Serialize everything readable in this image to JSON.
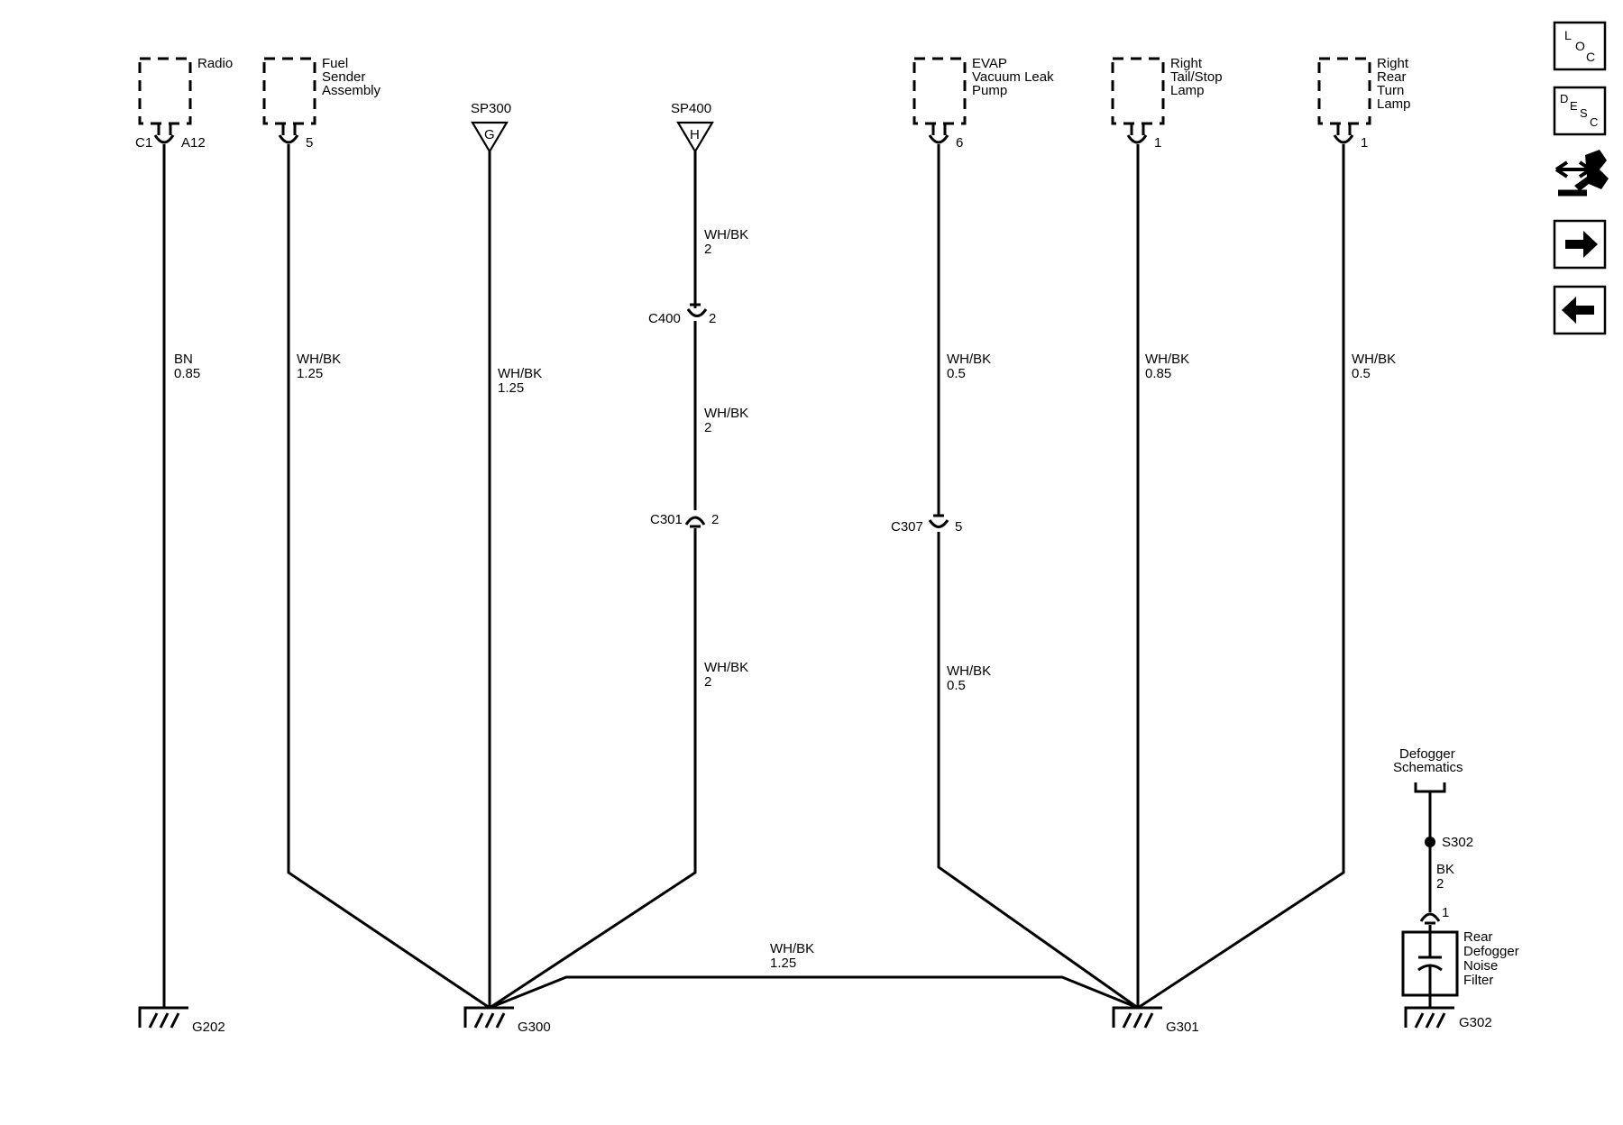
{
  "components": {
    "radio": {
      "lines": [
        "Radio"
      ],
      "connector": "C1",
      "pin": "A12"
    },
    "fuel_sender": {
      "lines": [
        "Fuel",
        "Sender",
        "Assembly"
      ],
      "pin": "5"
    },
    "evap_pump": {
      "lines": [
        "EVAP",
        "Vacuum Leak",
        "Pump"
      ],
      "pin": "6"
    },
    "right_tail_lamp": {
      "lines": [
        "Right",
        "Tail/Stop",
        "Lamp"
      ],
      "pin": "1"
    },
    "right_rear_turn_lamp": {
      "lines": [
        "Right",
        "Rear",
        "Turn",
        "Lamp"
      ],
      "pin": "1"
    }
  },
  "splices": {
    "sp300": {
      "name": "SP300",
      "letter": "G"
    },
    "sp400": {
      "name": "SP400",
      "letter": "H"
    }
  },
  "wires": {
    "radio": {
      "color": "BN",
      "size": "0.85"
    },
    "fuel": {
      "color": "WH/BK",
      "size": "1.25"
    },
    "sp300": {
      "color": "WH/BK",
      "size": "1.25"
    },
    "sp400_a": {
      "color": "WH/BK",
      "size": "2"
    },
    "sp400_b": {
      "color": "WH/BK",
      "size": "2"
    },
    "sp400_c": {
      "color": "WH/BK",
      "size": "2"
    },
    "evap_a": {
      "color": "WH/BK",
      "size": "0.5"
    },
    "evap_b": {
      "color": "WH/BK",
      "size": "0.5"
    },
    "tail": {
      "color": "WH/BK",
      "size": "0.85"
    },
    "turn": {
      "color": "WH/BK",
      "size": "0.5"
    },
    "ground_link": {
      "color": "WH/BK",
      "size": "1.25"
    },
    "defogger": {
      "color": "BK",
      "size": "2"
    }
  },
  "inline_connectors": {
    "c400": {
      "name": "C400",
      "pin": "2"
    },
    "c301": {
      "name": "C301",
      "pin": "2"
    },
    "c307": {
      "name": "C307",
      "pin": "5"
    }
  },
  "grounds": {
    "g202": "G202",
    "g300": "G300",
    "g301": "G301",
    "g302": "G302"
  },
  "defogger": {
    "ref_lines": [
      "Defogger",
      "Schematics"
    ],
    "splice": "S302",
    "pin": "1",
    "filter_lines": [
      "Rear",
      "Defogger",
      "Noise",
      "Filter"
    ]
  },
  "nav": {
    "loc": {
      "letters": [
        "L",
        "O",
        "C"
      ],
      "icon": "location-icon"
    },
    "desc": {
      "letters": [
        "D",
        "E",
        "S",
        "C"
      ],
      "icon": "description-icon"
    },
    "connector": {
      "icon": "connector-view-icon"
    },
    "next": {
      "icon": "arrow-right-icon"
    },
    "prev": {
      "icon": "arrow-left-icon"
    }
  }
}
